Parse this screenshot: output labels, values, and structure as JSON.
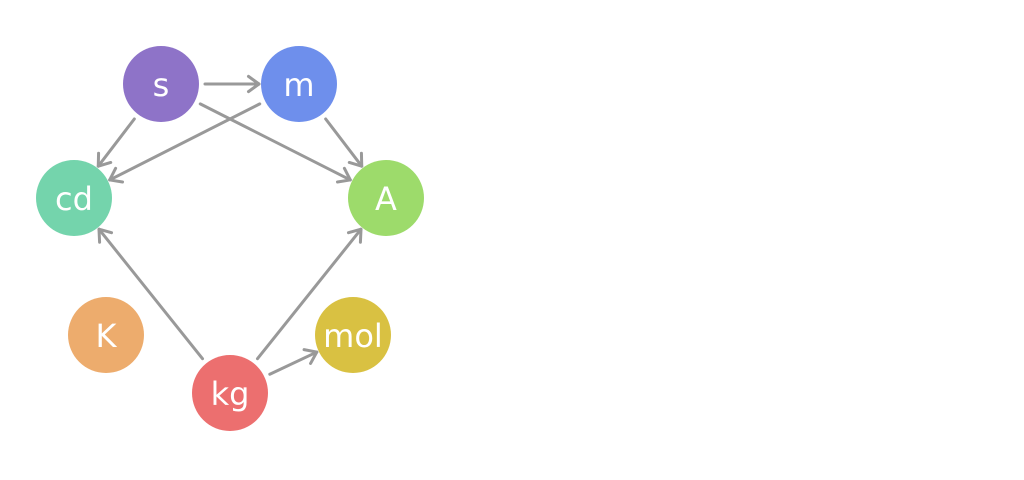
{
  "diagram": {
    "edge_color": "#999999",
    "label_color": "#ffffff",
    "nodes": [
      {
        "id": "s",
        "label": "s",
        "color": "#8e73c8"
      },
      {
        "id": "m",
        "label": "m",
        "color": "#6e8fec"
      },
      {
        "id": "cd",
        "label": "cd",
        "color": "#74d4ac"
      },
      {
        "id": "A",
        "label": "A",
        "color": "#9ddb6b"
      },
      {
        "id": "K",
        "label": "K",
        "color": "#edac6d"
      },
      {
        "id": "mol",
        "label": "mol",
        "color": "#d9c142"
      },
      {
        "id": "kg",
        "label": "kg",
        "color": "#ec6f6f"
      }
    ],
    "edges": [
      {
        "from": "s",
        "to": "m"
      },
      {
        "from": "s",
        "to": "cd"
      },
      {
        "from": "s",
        "to": "A"
      },
      {
        "from": "m",
        "to": "cd"
      },
      {
        "from": "m",
        "to": "A"
      },
      {
        "from": "kg",
        "to": "cd"
      },
      {
        "from": "kg",
        "to": "A"
      },
      {
        "from": "kg",
        "to": "mol"
      }
    ]
  }
}
